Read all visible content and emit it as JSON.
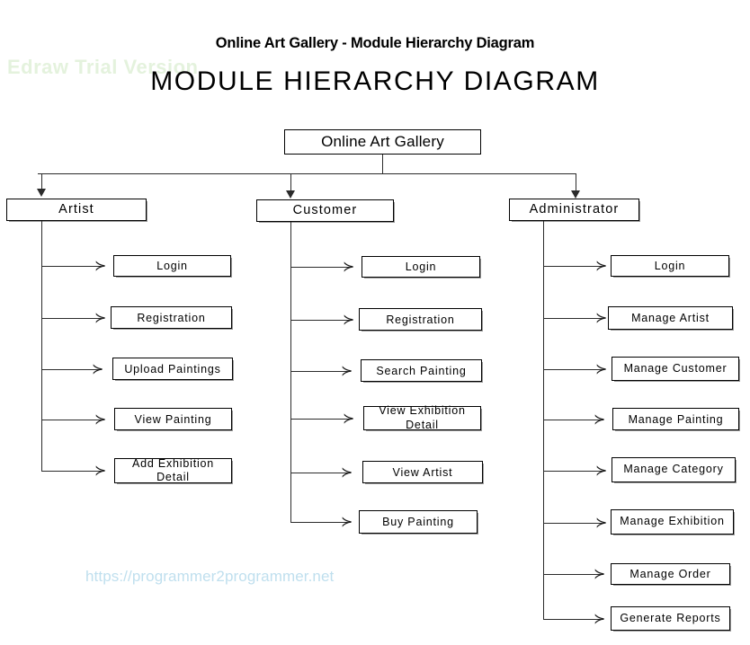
{
  "header": {
    "page_title": "Online Art Gallery - Module Hierarchy Diagram",
    "diagram_title": "MODULE HIERARCHY DIAGRAM",
    "watermark": "Edraw Trial Version",
    "footer_url": "https://programmer2programmer.net"
  },
  "colors": {
    "box_border": "#000000",
    "box_fill": "#ffffff",
    "connector": "#2b2b2b",
    "watermark": "#e4f2dd",
    "footer_url": "#bfdfee",
    "text": "#000000"
  },
  "chart_data": {
    "type": "diagram",
    "diagram_kind": "module-hierarchy-tree",
    "title": "MODULE HIERARCHY DIAGRAM",
    "root": "Online Art Gallery",
    "branches": [
      {
        "name": "Artist",
        "children": [
          "Login",
          "Registration",
          "Upload Paintings",
          "View Painting",
          "Add Exhibition Detail"
        ]
      },
      {
        "name": "Customer",
        "children": [
          "Login",
          "Registration",
          "Search Painting",
          "View Exhibition Detail",
          "View Artist",
          "Buy Painting"
        ]
      },
      {
        "name": "Administrator",
        "children": [
          "Login",
          "Manage Artist",
          "Manage Customer",
          "Manage Painting",
          "Manage Category",
          "Manage Exhibition",
          "Manage Order",
          "Generate Reports"
        ]
      }
    ]
  },
  "nodes": {
    "root": {
      "label": "Online Art Gallery"
    },
    "artist": {
      "label": "Artist"
    },
    "customer": {
      "label": "Customer"
    },
    "administrator": {
      "label": "Administrator"
    },
    "artist_children": [
      {
        "label": "Login"
      },
      {
        "label": "Registration"
      },
      {
        "label": "Upload Paintings"
      },
      {
        "label": "View Painting"
      },
      {
        "label": "Add Exhibition Detail"
      }
    ],
    "customer_children": [
      {
        "label": "Login"
      },
      {
        "label": "Registration"
      },
      {
        "label": "Search Painting"
      },
      {
        "label": "View Exhibition Detail"
      },
      {
        "label": "View Artist"
      },
      {
        "label": "Buy Painting"
      }
    ],
    "administrator_children": [
      {
        "label": "Login"
      },
      {
        "label": "Manage Artist"
      },
      {
        "label": "Manage Customer"
      },
      {
        "label": "Manage Painting"
      },
      {
        "label": "Manage Category"
      },
      {
        "label": "Manage Exhibition"
      },
      {
        "label": "Manage Order"
      },
      {
        "label": "Generate Reports"
      }
    ]
  },
  "icons": {
    "arrow_right": "≻",
    "arrow_down": "arrow-down-icon"
  }
}
